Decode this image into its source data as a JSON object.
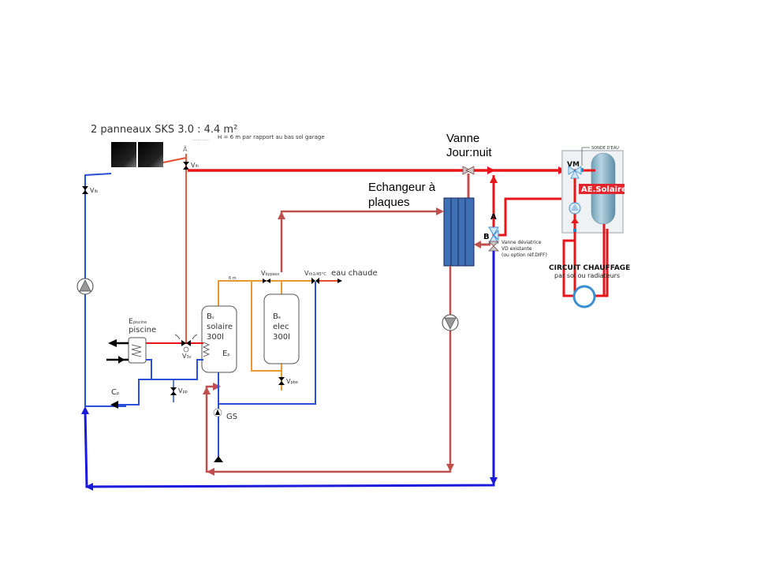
{
  "title": "2 panneaux SKS 3.0 : 4.4 m²",
  "height_note": "H = 6 m par rapport au bas sol garage",
  "labels": {
    "v_ih": "V",
    "v_ih_sub": "ih",
    "v_ib": "V",
    "v_ib_sub": "ib",
    "v_3v": "V",
    "v_3v_sub": "3v",
    "v_pp": "V",
    "v_pp_sub": "pp",
    "v_pbe": "V",
    "v_pbe_sub": "pbe",
    "v_bypass": "V",
    "v_bypass_sub": "bypass",
    "v_th": "V",
    "v_th_sub": "th1/45°C",
    "eau_chaude": "eau chaude",
    "six_m": "6 m",
    "ep_piscine_1": "E",
    "ep_piscine_1_sub": "p",
    "ep_piscine_2": "piscine",
    "cp": "C",
    "cp_sub": "p",
    "gs": "GS",
    "ep_tank": "E",
    "ep_tank_sub": "p"
  },
  "tanks": {
    "solaire": {
      "l1": "B",
      "l1_sub": "s",
      "l2": "solaire",
      "l3": "300l"
    },
    "elec": {
      "l1": "B",
      "l1_sub": "e",
      "l2": "elec",
      "l3": "300l"
    }
  },
  "annotations": {
    "vanne_1": "Vanne",
    "vanne_2": "Jour:nuit",
    "echangeur_1": "Echangeur à",
    "echangeur_2": "plaques",
    "point_a": "A",
    "point_b": "B",
    "vd_1": "Vanne déviatrice",
    "vd_2": "VD existante",
    "vd_3": "(ou option réf.DIFF)",
    "vm": "VM",
    "sonde": "SONDE D'EAU",
    "ae_solaire": "AE.Solaire",
    "circuit_1": "CIRCUIT CHAUFFAGE",
    "circuit_2": "par sol ou radiateurs"
  },
  "colors": {
    "hot_red": "#e8161b",
    "return_red": "#c0504d",
    "cold_blue": "#1a1adc",
    "loop_blue": "#2a4fd8",
    "orange": "#e89a30",
    "exchanger": "#3f6fb5",
    "ae_red": "#e2262c"
  }
}
